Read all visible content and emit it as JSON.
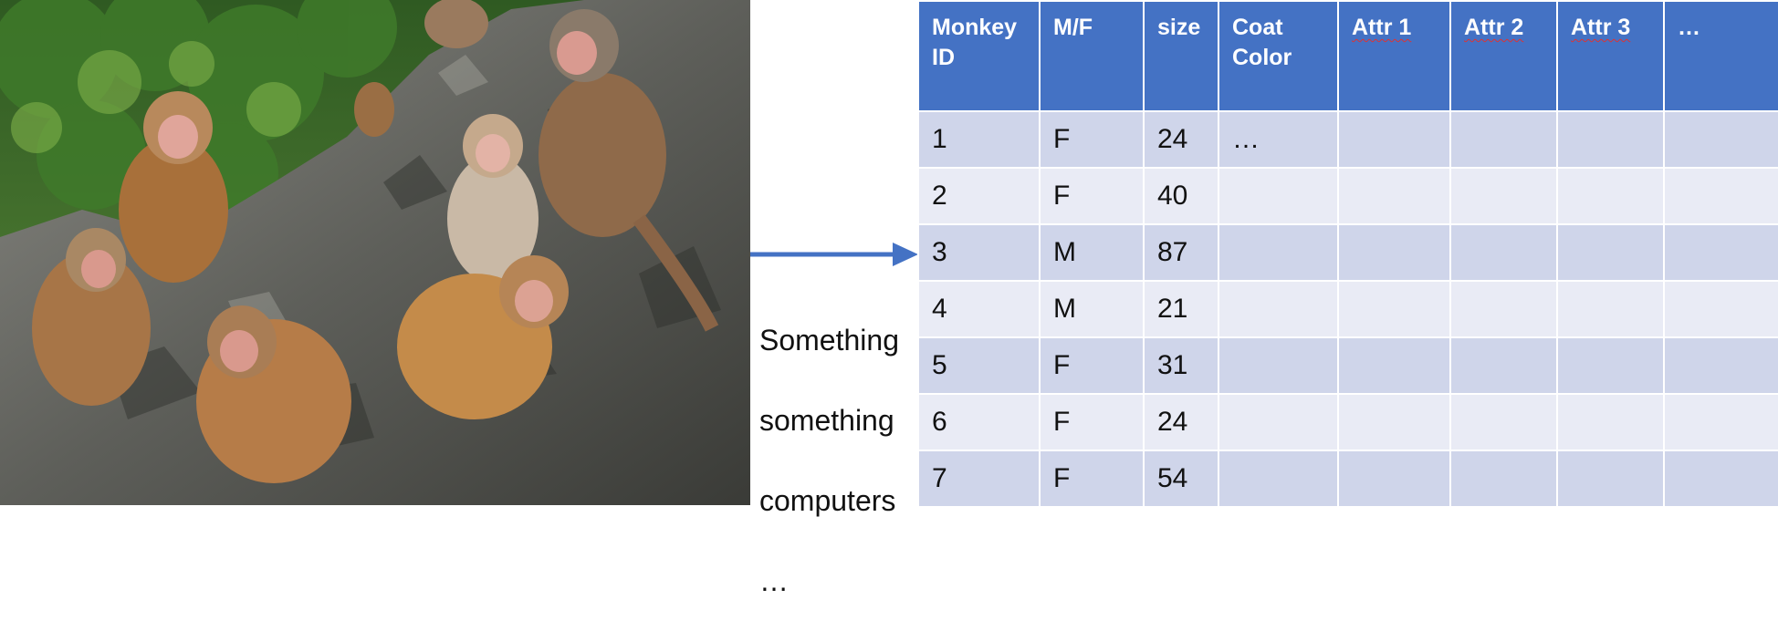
{
  "caption": {
    "lines": [
      "Something",
      "something",
      "computers",
      "…"
    ]
  },
  "table": {
    "headers": [
      "Monkey ID",
      "M/F",
      "size",
      "Coat Color",
      "Attr 1",
      "Attr 2",
      "Attr 3",
      "…"
    ],
    "rows": [
      [
        "1",
        "F",
        "24",
        "…",
        "",
        "",
        "",
        ""
      ],
      [
        "2",
        "F",
        "40",
        "",
        "",
        "",
        "",
        ""
      ],
      [
        "3",
        "M",
        "87",
        "",
        "",
        "",
        "",
        ""
      ],
      [
        "4",
        "M",
        "21",
        "",
        "",
        "",
        "",
        ""
      ],
      [
        "5",
        "F",
        "31",
        "",
        "",
        "",
        "",
        ""
      ],
      [
        "6",
        "F",
        "24",
        "",
        "",
        "",
        "",
        ""
      ],
      [
        "7",
        "F",
        "54",
        "",
        "",
        "",
        "",
        ""
      ]
    ]
  },
  "colors": {
    "header_bg": "#4472c4",
    "row_odd_bg": "#cfd5ea",
    "row_even_bg": "#e9ebf5",
    "arrow": "#4472c4"
  }
}
